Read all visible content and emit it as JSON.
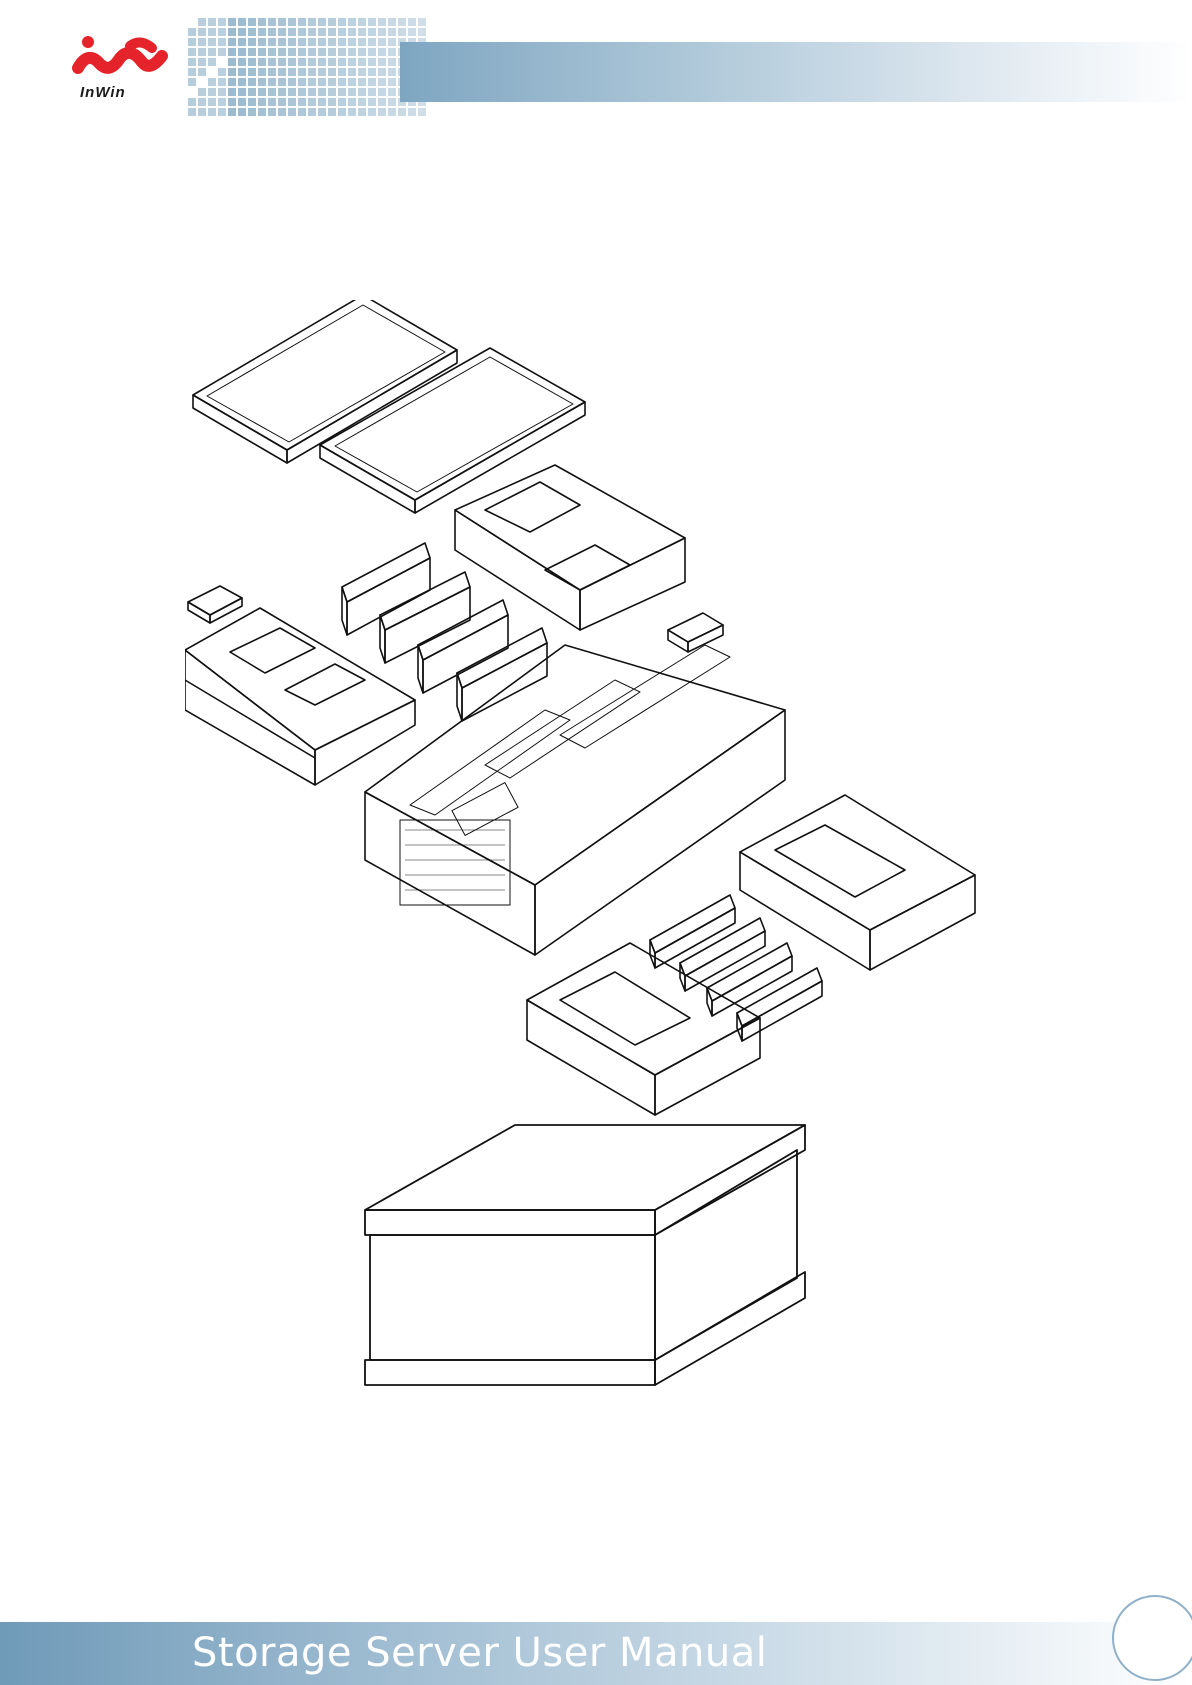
{
  "brand": {
    "logo_text": "InWin",
    "accent_color": "#e5232a",
    "band_color": "#7ea6c1"
  },
  "figure": {
    "components": [
      "foam-tray-left",
      "foam-tray-right",
      "foam-end-cap-top-left",
      "foam-end-cap-top-right",
      "foam-blocks",
      "server-chassis",
      "foam-end-cap-bottom-left",
      "foam-end-cap-bottom-right",
      "shipping-box"
    ]
  },
  "footer": {
    "title": "Storage Server User Manual",
    "page_number": ""
  }
}
